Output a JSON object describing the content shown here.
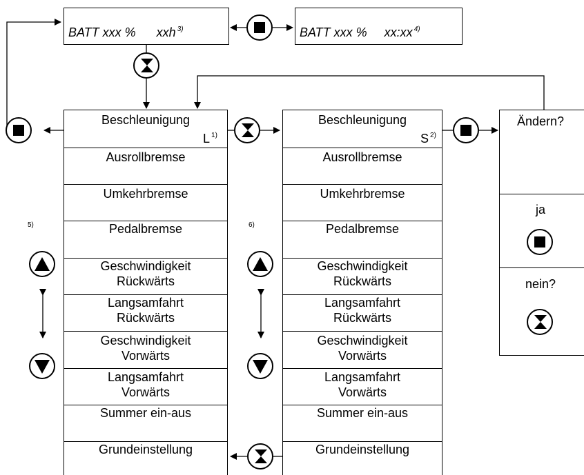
{
  "display": {
    "hours_text": "BATT xxx %      xxh",
    "hours_note": "3)",
    "clock_text": "BATT xxx %     xx:xx",
    "clock_note": "4)"
  },
  "menu_left": {
    "tag": "L",
    "tag_note": "1)",
    "side_note": "5)",
    "items": [
      "Beschleunigung",
      "Ausrollbremse",
      "Umkehrbremse",
      "Pedalbremse",
      "Geschwindigkeit\nRückwärts",
      "Langsamfahrt\nRückwärts",
      "Geschwindigkeit\nVorwärts",
      "Langsamfahrt\nVorwärts",
      "Summer ein-aus",
      "Grundeinstellung"
    ]
  },
  "menu_right": {
    "tag": "S",
    "tag_note": "2)",
    "side_note": "6)",
    "items": [
      "Beschleunigung",
      "Ausrollbremse",
      "Umkehrbremse",
      "Pedalbremse",
      "Geschwindigkeit\nRückwärts",
      "Langsamfahrt\nRückwärts",
      "Geschwindigkeit\nVorwärts",
      "Langsamfahrt\nVorwärts",
      "Summer ein-aus",
      "Grundeinstellung"
    ]
  },
  "confirm": {
    "question": "Ändern?",
    "yes": "ja",
    "no": "nein?"
  },
  "icons": {
    "stop": "stop-square-icon",
    "hourglass": "hourglass-icon",
    "up": "up-triangle-icon",
    "down": "down-triangle-icon"
  }
}
